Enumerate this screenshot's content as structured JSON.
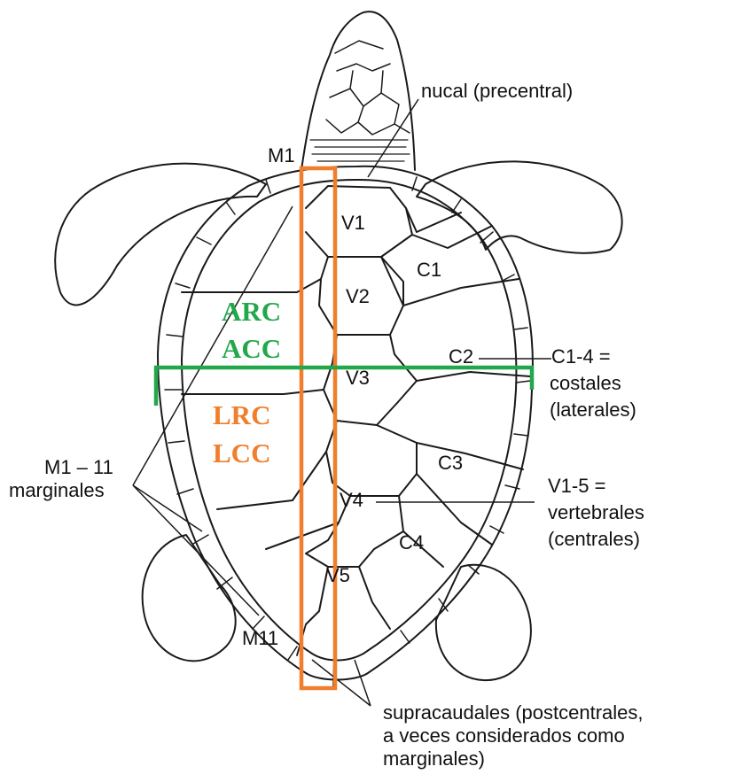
{
  "colors": {
    "outline": "#1a1a1a",
    "orange": "#f07e2c",
    "green": "#22a84a",
    "text": "#111111"
  },
  "labels": {
    "nucal": "nucal (precentral)",
    "m1": "M1",
    "v1": "V1",
    "v2": "V2",
    "v3": "V3",
    "v4": "V4",
    "v5": "V5",
    "c1": "C1",
    "c2": "C2",
    "c3": "C3",
    "c4": "C4",
    "m11": "M11",
    "costales": [
      "C1-4 =",
      "costales",
      "(laterales)"
    ],
    "vertebrales": [
      "V1-5 =",
      "vertebrales",
      "(centrales)"
    ],
    "marginales": [
      "M1 – 11",
      "marginales"
    ],
    "supracaudales": [
      "supracaudales (postcentrales,",
      "a veces considerados como",
      "marginales)"
    ]
  },
  "measures": {
    "arc": "ARC",
    "acc": "ACC",
    "lrc": "LRC",
    "lcc": "LCC"
  }
}
